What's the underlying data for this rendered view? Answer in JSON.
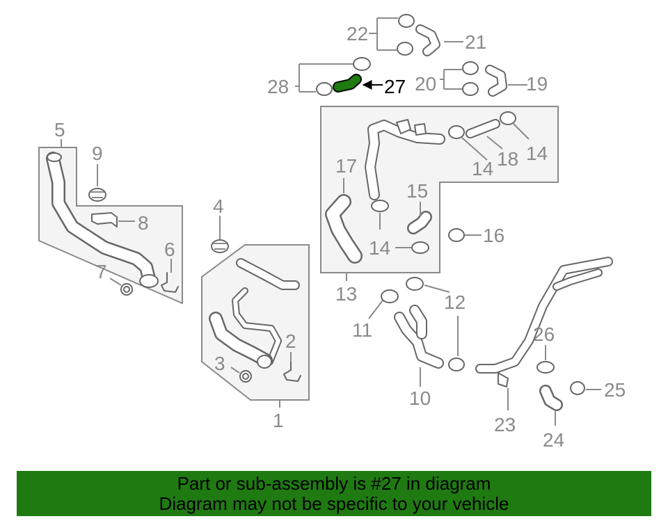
{
  "highlight_color": "#1f7a12",
  "highlighted_part": "27",
  "callouts": {
    "n1": "1",
    "n2": "2",
    "n3": "3",
    "n4": "4",
    "n5": "5",
    "n6": "6",
    "n7": "7",
    "n8": "8",
    "n9": "9",
    "n10": "10",
    "n11": "11",
    "n12": "12",
    "n13": "13",
    "n14a": "14",
    "n14b": "14",
    "n14c": "14",
    "n15": "15",
    "n16": "16",
    "n17": "17",
    "n18": "18",
    "n19": "19",
    "n20": "20",
    "n21": "21",
    "n22": "22",
    "n23": "23",
    "n24": "24",
    "n25": "25",
    "n26": "26",
    "n27": "27",
    "n28": "28"
  },
  "banner": {
    "line1": "Part or sub-assembly is #27 in diagram",
    "line2": "Diagram may not be specific to your vehicle"
  }
}
